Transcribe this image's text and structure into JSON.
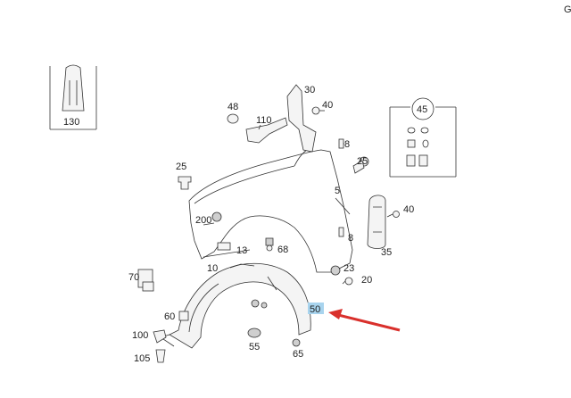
{
  "corner_mark": "G",
  "labels": {
    "l130": "130",
    "l48": "48",
    "l110": "110",
    "l30": "30",
    "l40a": "40",
    "l45": "45",
    "l8a": "8",
    "l25a": "25",
    "l25b": "25",
    "l5": "5",
    "l40b": "40",
    "l200": "200",
    "l13": "13",
    "l68": "68",
    "l8b": "8",
    "l35": "35",
    "l10": "10",
    "l23": "23",
    "l20": "20",
    "l70": "70",
    "l60": "60",
    "l50": "50",
    "l100": "100",
    "l55": "55",
    "l105": "105",
    "l65": "65"
  },
  "colors": {
    "highlight": "#a8d4ee",
    "arrow": "#d9302c",
    "line": "#333333"
  }
}
